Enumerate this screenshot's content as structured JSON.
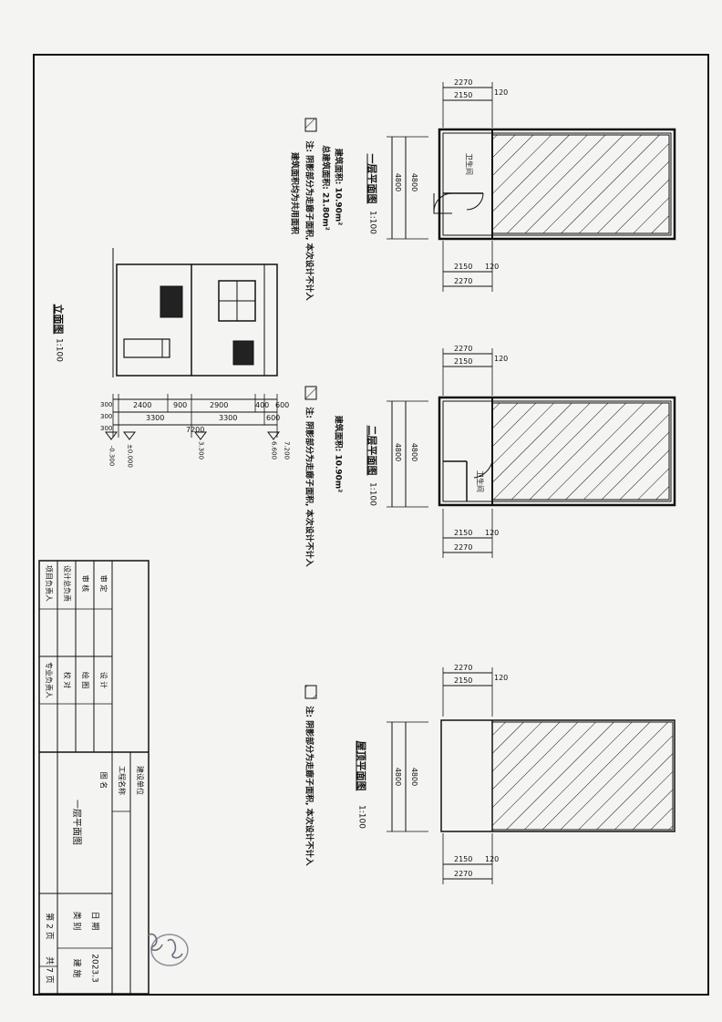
{
  "drawing": {
    "plan1": {
      "title": "一层平面图",
      "scale": "1:100",
      "area_line1": "建筑面积: 10.90m²",
      "area_line2": "总建筑面积: 21.80m²",
      "note_line1": "注: 阴影部分为走廊子面积, 本次设计不计入",
      "note_line2": "建筑面积均为共用面积",
      "room_label": "卫生间"
    },
    "plan2": {
      "title": "二层平面图",
      "scale": "1:100",
      "area_line1": "建筑面积: 10.90m²",
      "note_line1": "注: 阴影部分为走廊子面积, 本次设计不计入",
      "room_label": "卫生间"
    },
    "plan3": {
      "title": "屋顶平面图",
      "scale": "1:100",
      "note_line1": "注: 阴影部分为走廊子面积, 本次设计不计入"
    },
    "elevation": {
      "title": "立面图",
      "scale": "1:100"
    },
    "dims": {
      "d2270": "2270",
      "d2150": "2150",
      "d120": "120",
      "d4800": "4800",
      "d300": "300",
      "d2400": "2400",
      "d900": "900",
      "d2900": "2900",
      "d400": "400",
      "d600": "600",
      "d3300": "3300",
      "d7200": "7200",
      "lv_m0300": "-0.300",
      "lv_0000": "±0.000",
      "lv_3300": "3.300",
      "lv_6600": "6.600",
      "lv_7200": "7.200"
    }
  },
  "title_block": {
    "shending": "审 定",
    "shenhe": "审 核",
    "sheji_fzr": "设计总负责",
    "xiangmu_fzr": "项目负责人",
    "sheji": "设 计",
    "huitu": "绘 图",
    "jiaodui": "校 对",
    "zhuanye_fzr": "专业负责人",
    "jianshe_danwei": "建设单位",
    "gongcheng_mingcheng": "工程名称",
    "tuming": "图 名",
    "drawing_name": "一层平面图",
    "riqi_label": "日 期",
    "riqi_value": "2023.3",
    "leibie_label": "类 别",
    "leibie_value": "建 施",
    "page_current": "第 2 页",
    "page_total": "共 7 页"
  },
  "colors": {
    "ink": "#111111",
    "paper": "#f4f4f2",
    "stamp": "#8a8f99"
  }
}
